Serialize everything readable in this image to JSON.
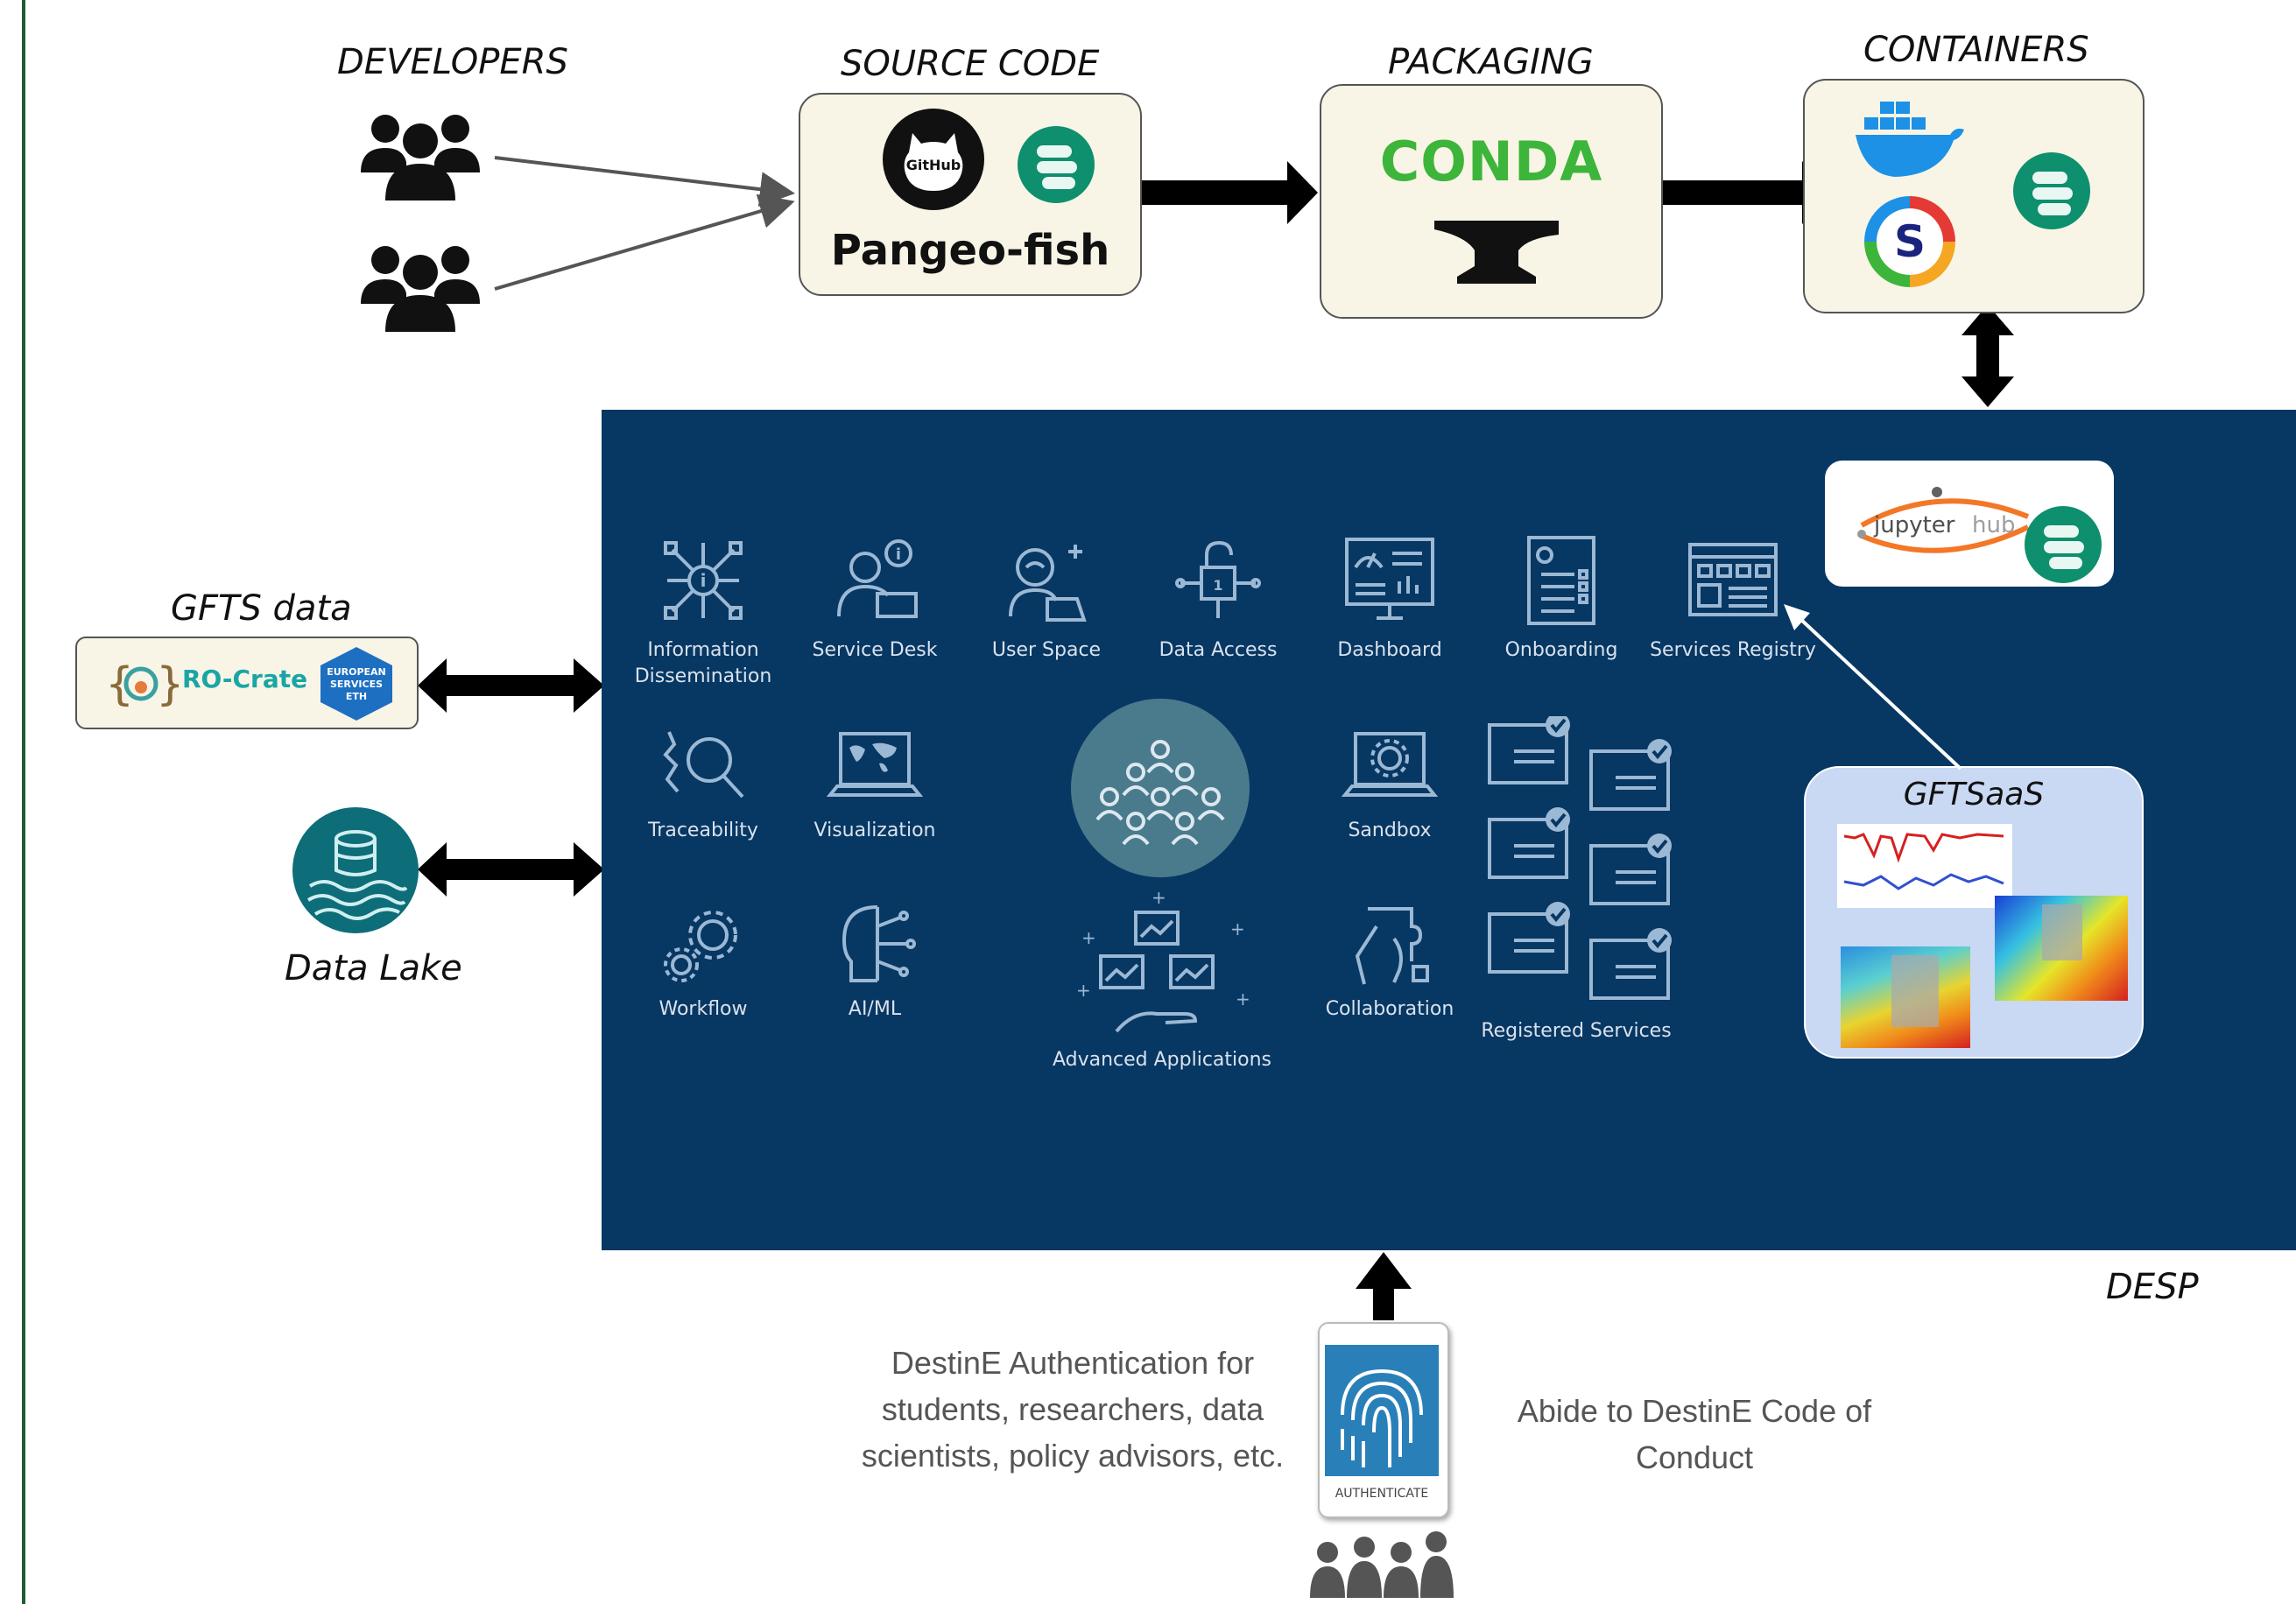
{
  "labels": {
    "developers": "DEVELOPERS",
    "source_code": "SOURCE CODE",
    "packaging": "PACKAGING",
    "containers": "CONTAINERS",
    "gfts_data": "GFTS data",
    "data_lake": "Data Lake",
    "desp": "DESP",
    "gftsaas": "GFTSaaS"
  },
  "source_code_box": {
    "github": "GitHub",
    "project": "Pangeo-fish"
  },
  "packaging_box": {
    "conda": "CONDA"
  },
  "containers_box": {
    "singularity": "S"
  },
  "gfts_data_box": {
    "rocrate": "RO-Crate",
    "badge": "EUROPEAN SERVICES ETH"
  },
  "jupyterhub": {
    "jupyter": "jupyter",
    "hub": "hub"
  },
  "services": {
    "info": "Information Dissemination",
    "servicedesk": "Service Desk",
    "userspace": "User Space",
    "dataaccess": "Data Access",
    "dashboard": "Dashboard",
    "onboarding": "Onboarding",
    "registry": "Services Registry",
    "traceability": "Traceability",
    "visualization": "Visualization",
    "sandbox": "Sandbox",
    "workflow": "Workflow",
    "aiml": "AI/ML",
    "advanced": "Advanced Applications",
    "collaboration": "Collaboration",
    "registered": "Registered Services"
  },
  "auth": {
    "left_text": "DestinE Authentication for students, researchers, data scientists, policy advisors, etc.",
    "right_text": "Abide to DestinE Code of Conduct",
    "button": "AUTHENTICATE"
  },
  "colors": {
    "desp_bg": "#073763",
    "box_bg": "#f8f5e6",
    "gftsaas_bg": "#c9d9f3",
    "accent_green": "#0e8f6e"
  }
}
